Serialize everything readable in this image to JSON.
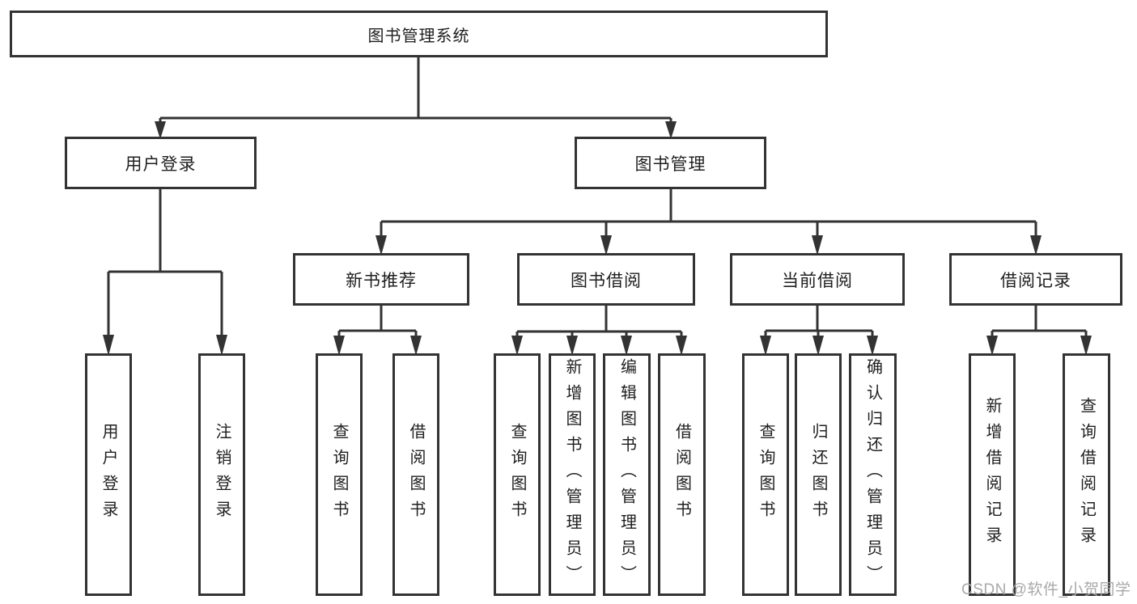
{
  "diagram": {
    "title_node": "图书管理系统",
    "level2": [
      {
        "label": "用户登录"
      },
      {
        "label": "图书管理"
      }
    ],
    "level3": [
      {
        "label": "新书推荐"
      },
      {
        "label": "图书借阅"
      },
      {
        "label": "当前借阅"
      },
      {
        "label": "借阅记录"
      }
    ],
    "leaves": [
      {
        "label": "用户登录"
      },
      {
        "label": "注销登录"
      },
      {
        "label": "查询图书"
      },
      {
        "label": "借阅图书"
      },
      {
        "label": "查询图书"
      },
      {
        "label": "新增图书（管理员）"
      },
      {
        "label": "编辑图书（管理员）"
      },
      {
        "label": "借阅图书"
      },
      {
        "label": "查询图书"
      },
      {
        "label": "归还图书"
      },
      {
        "label": "确认归还（管理员）"
      },
      {
        "label": "新增借阅记录"
      },
      {
        "label": "查询借阅记录"
      }
    ],
    "watermark": "CSDN @软件_小贺同学",
    "colors": {
      "line": "#333333",
      "text": "#1f1f1f",
      "watermark": "#a9a9a9",
      "background": "#ffffff"
    }
  }
}
